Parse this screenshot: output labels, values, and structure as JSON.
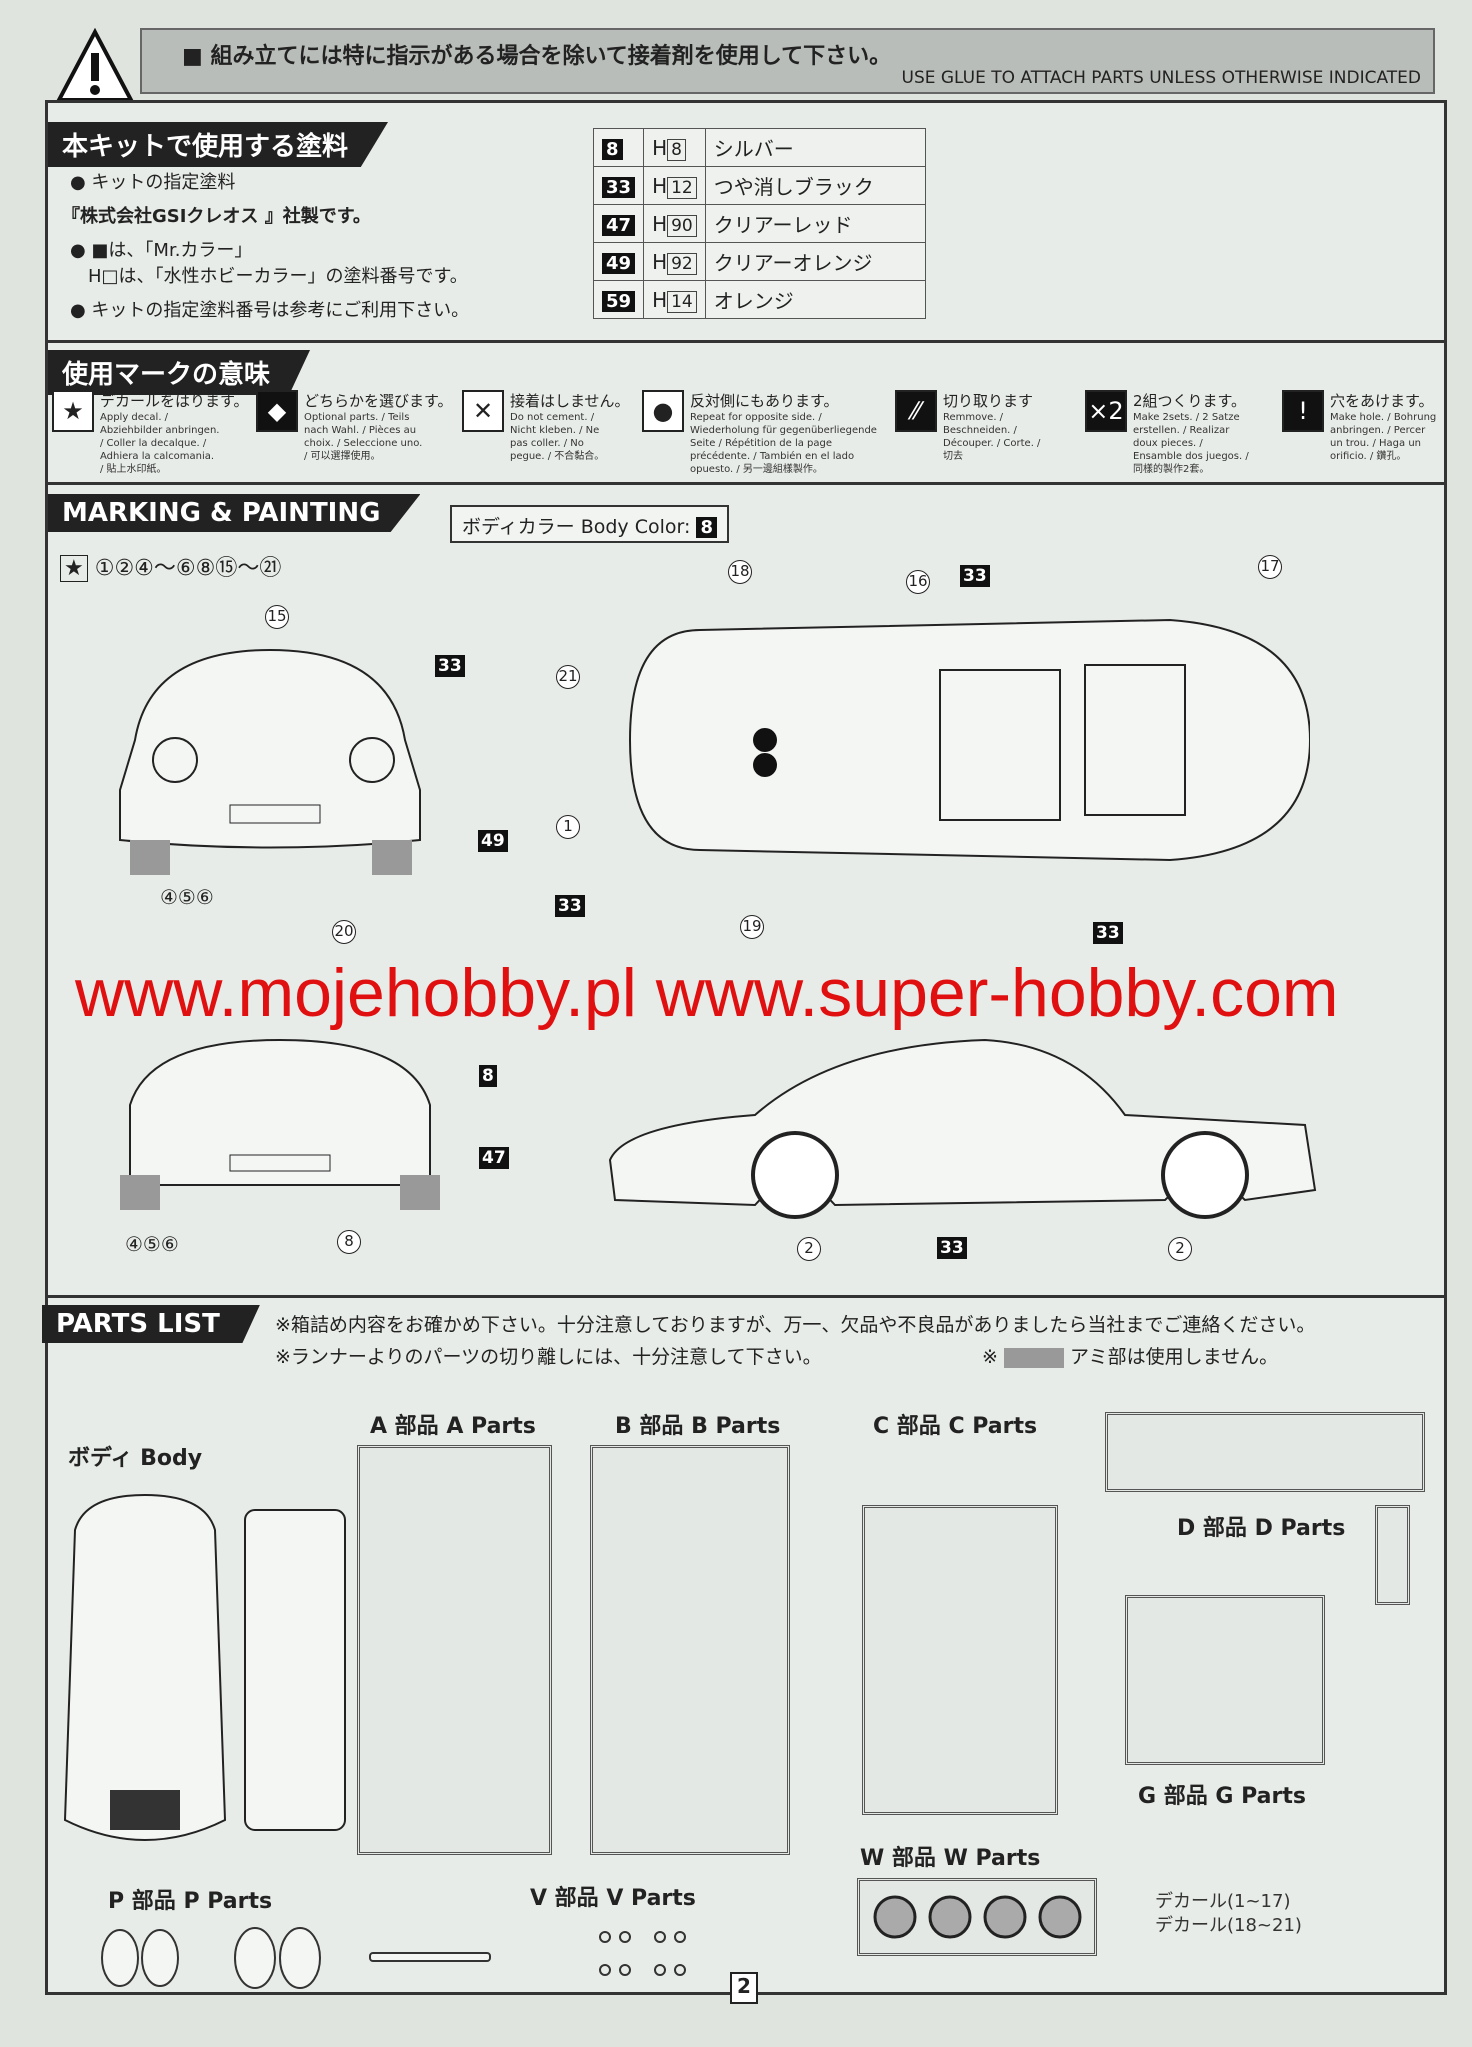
{
  "warning": {
    "jp": "■ 組み立てには特に指示がある場合を除いて接着剤を使用して下さい。",
    "en": "USE GLUE TO ATTACH PARTS UNLESS OTHERWISE INDICATED"
  },
  "paint": {
    "title": "本キットで使用する塗料",
    "notes": [
      "● キットの指定塗料",
      "『株式会社GSIクレオス 』社製です。",
      "● ■は、「Mr.カラー」",
      "H□は、「水性ホビーカラー」の塗料番号です。",
      "● キットの指定塗料番号は参考にご利用下さい。"
    ],
    "rows": [
      {
        "mr": "8",
        "h": "8",
        "name": "シルバー"
      },
      {
        "mr": "33",
        "h": "12",
        "name": "つや消しブラック"
      },
      {
        "mr": "47",
        "h": "90",
        "name": "クリアーレッド"
      },
      {
        "mr": "49",
        "h": "92",
        "name": "クリアーオレンジ"
      },
      {
        "mr": "59",
        "h": "14",
        "name": "オレンジ"
      }
    ],
    "h_prefix": "H"
  },
  "marks": {
    "title": "使用マークの意味",
    "items": [
      {
        "icon": "star-decal-icon",
        "jp": "デカールをはります。",
        "sub": "Apply decal. / Abziehbilder anbringen. / Coller la decalque. / Adhiera la calcomania. / 貼上水印紙。"
      },
      {
        "icon": "optional-arrow-icon",
        "jp": "どちらかを選びます。",
        "sub": "Optional parts. / Teils nach Wahl. / Pièces au choix. / Seleccione uno. / 可以選擇使用。"
      },
      {
        "icon": "no-cement-icon",
        "jp": "接着はしません。",
        "sub": "Do not cement. / Nicht kleben. / Ne pas coller. / No pegue. / 不合黏合。"
      },
      {
        "icon": "opposite-side-icon",
        "jp": "反対側にもあります。",
        "sub": "Repeat for opposite side. / Wiederholung für gegenüberliegende Seite / Répétition de la page précédente. / También en el lado opuesto. / 另一邊組樣製作。"
      },
      {
        "icon": "cut-off-icon",
        "jp": "切り取ります",
        "sub": "Remmove. / Beschneiden. / Découper. / Corte. / 切去"
      },
      {
        "icon": "make-two-icon",
        "jp": "2組つくります。",
        "sub": "Make 2sets. / 2 Satze erstellen. / Realizar doux pieces. / Ensamble dos juegos. / 同樣的製作2套。"
      },
      {
        "icon": "drill-hole-icon",
        "jp": "穴をあけます。",
        "sub": "Make hole. / Bohrung anbringen. / Percer un trou. / Haga un orificio. / 鑽孔。"
      }
    ]
  },
  "marking": {
    "title": "MARKING & PAINTING",
    "body_color_label": "ボディカラー  Body Color:",
    "body_color_code": "8",
    "decal_line": "①②④～⑥⑧⑮～㉑",
    "callouts": {
      "front": [
        "15",
        "33",
        "49",
        "④⑤⑥"
      ],
      "top": [
        "18",
        "16",
        "33",
        "17",
        "21",
        "1",
        "33",
        "19",
        "33"
      ],
      "rear": [
        "20",
        "8",
        "47",
        "8",
        "④⑤⑥"
      ],
      "side": [
        "2",
        "33",
        "2"
      ]
    }
  },
  "watermark": "www.mojehobby.pl www.super-hobby.com",
  "parts": {
    "title": "PARTS LIST",
    "note1": "※箱詰め内容をお確かめ下さい。十分注意しておりますが、万一、欠品や不良品がありましたら当社までご連絡ください。",
    "note2": "※ランナーよりのパーツの切り離しには、十分注意して下さい。",
    "note3_prefix": "※",
    "note3": "アミ部は使用しません。",
    "groups": {
      "body": "ボディ Body",
      "a": "A 部品 A Parts",
      "b": "B 部品 B Parts",
      "c": "C 部品 C Parts",
      "d": "D 部品 D Parts",
      "g": "G 部品 G Parts",
      "w": "W 部品 W Parts",
      "p": "P 部品  P Parts",
      "v": "V 部品 V Parts"
    },
    "decals": [
      "デカール(1~17)",
      "デカール(18~21)"
    ]
  },
  "page_number": "2",
  "colors": {
    "watermark": "#e01010",
    "paper": "#e8ece8"
  }
}
